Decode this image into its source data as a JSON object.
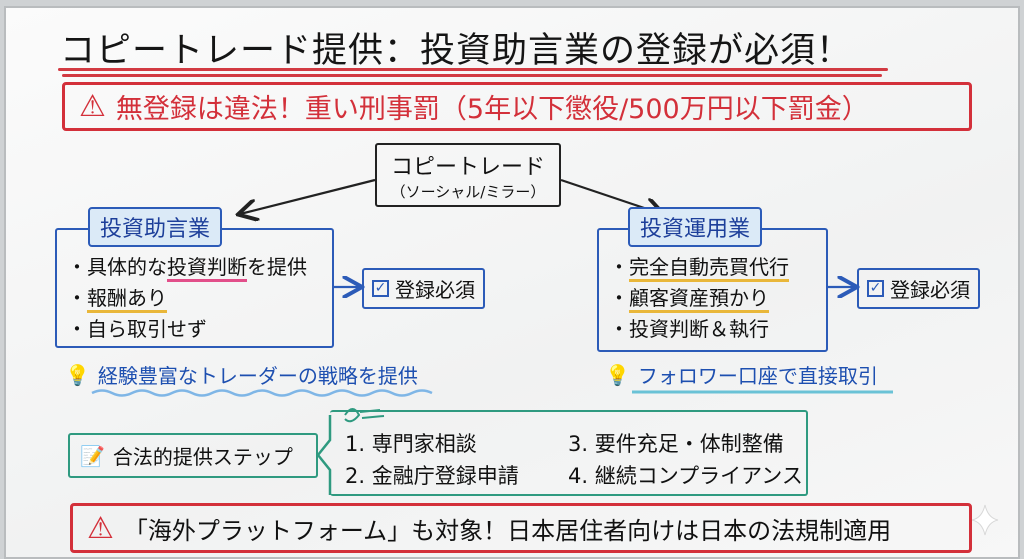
{
  "title": "コピートレード提供：投資助言業の登録が必須！",
  "warning_top": "無登録は違法！重い刑事罰（5年以下懲役/500万円以下罰金）",
  "center": {
    "line1": "コピートレード",
    "line2": "（ソーシャル/ミラー）"
  },
  "left": {
    "header": "投資助言業",
    "items": [
      "・具体的な",
      "投資判断",
      "を提供",
      "・",
      "報酬あり",
      "・自ら取引せず"
    ],
    "register": "登録必須",
    "tip": "経験豊富なトレーダーの戦略を提供"
  },
  "right": {
    "header": "投資運用業",
    "items": [
      "・",
      "完全自動売買代行",
      "・",
      "顧客資産預かり",
      "・投資判断＆執行"
    ],
    "register": "登録必須",
    "tip": "フォロワー口座で直接取引"
  },
  "steps": {
    "label": "合法的提供ステップ",
    "items": [
      "1. 専門家相談",
      "2. 金融庁登録申請",
      "3. 要件充足・体制整備",
      "4. 継続コンプライアンス"
    ]
  },
  "warning_bottom": "「海外プラットフォーム」も対象！日本居住者向けは日本の法規制適用",
  "colors": {
    "red": "#d3303a",
    "blue": "#2c5bb8",
    "green": "#2f9a80"
  }
}
